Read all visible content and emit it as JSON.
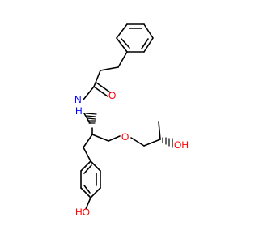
{
  "colors": {
    "carbon": "#000000",
    "nitrogen": "#0000ff",
    "oxygen": "#ff0000",
    "background": "#ffffff"
  },
  "atom_labels": {
    "amide_n": "N",
    "amide_h": "H",
    "carbonyl_o": "O",
    "ether_o": "O",
    "side_oh": "OH",
    "phenol_oh": "HO"
  }
}
